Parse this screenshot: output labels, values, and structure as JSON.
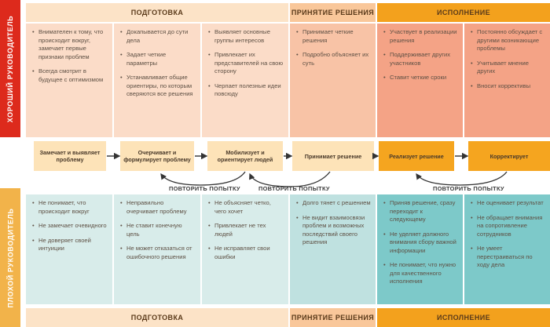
{
  "labels": {
    "good": "Хороший руководитель",
    "bad": "Плохой руководитель"
  },
  "phases": {
    "prep": "ПОДГОТОВКА",
    "decision": "ПРИНЯТИЕ РЕШЕНИЯ",
    "exec": "ИСПОЛНЕНИЕ"
  },
  "good_columns": [
    [
      "Внимателен к тому, что происходит вокруг, замечает первые признаки проблем",
      "Всегда смотрит в будущее с оптимизмом"
    ],
    [
      "Докапывается до сути дела",
      "Задает четкие параметры",
      "Устанавливает общие ориентиры, по которым сверяются все решения"
    ],
    [
      "Выявляет основные группы интересов",
      "Привлекает их представителей на свою сторону",
      "Черпает полезные идеи повсюду"
    ],
    [
      "Принимает четкие решения",
      "Подробно объясняет их суть"
    ],
    [
      "Участвует в реализации решения",
      "Поддерживает других участников",
      "Ставит четкие сроки"
    ],
    [
      "Постоянно обсуждает с другими возникающие проблемы",
      "Учитывает мнение других",
      "Вносит коррективы"
    ]
  ],
  "stages": [
    "Замечает и выявляет проблему",
    "Очерчивает и формулирует проблему",
    "Мобилизует и ориентирует людей",
    "Принимает решение",
    "Реализует решение",
    "Корректирует"
  ],
  "retry_label": "ПОВТОРИТЬ ПОПЫТКУ",
  "bad_columns": [
    [
      "Не понимает, что происходит вокруг",
      "Не замечает очевидного",
      "Не доверяет своей интуиции"
    ],
    [
      "Неправильно очерчивает проблему",
      "Не ставит конечную цель",
      "Не может отказаться от ошибочного решения"
    ],
    [
      "Не объясняет четко, чего хочет",
      "Привлекает не тех людей",
      "Не исправляет свои ошибки"
    ],
    [
      "Долго тянет с решением",
      "Не видит взаимосвязи проблем и возможных последствий своего решения"
    ],
    [
      "Приняв решение, сразу переходит к следующему",
      "Не уделяет должного внимания сбору важной информации",
      "Не понимает, что нужно для качественного исполнения"
    ],
    [
      "Не оценивает результат",
      "Не обращает внимания на сопротивление сотрудников",
      "Не умеет перестраиваться по ходу дела"
    ]
  ],
  "colors": {
    "good_bar": "#dd2a1c",
    "bad_bar": "#f2b34a",
    "prep_header": "#fce3c7",
    "decision_header": "#f9c79a",
    "exec_header": "#f3a11d",
    "good_prep": "#fbdcc8",
    "good_decision": "#f8c3a6",
    "good_exec": "#f4a386",
    "stage_prep": "#fde3b8",
    "stage_exec": "#f5a51f",
    "bad_prep": "#d8ecea",
    "bad_decision": "#bfe1e0",
    "bad_exec": "#7dc9c9"
  }
}
